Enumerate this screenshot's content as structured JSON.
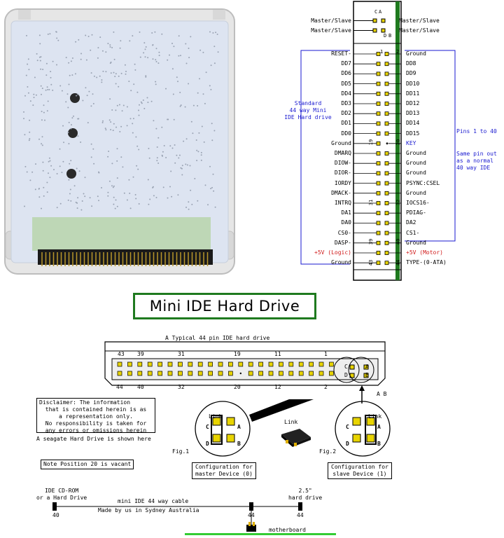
{
  "header_pins": {
    "left": [
      "Master/Slave",
      "Master/Slave"
    ],
    "right": [
      "Master/Slave",
      "Master/Slave"
    ],
    "col_letters": [
      "C",
      "A",
      "D",
      "B"
    ]
  },
  "pinout": {
    "left_labels": [
      "RESET-",
      "DD7",
      "DD6",
      "DD5",
      "DD4",
      "DD3",
      "DD2",
      "DD1",
      "DD0",
      "Ground",
      "DMARQ",
      "DIOW-",
      "DIOR-",
      "IORDY",
      "DMACK-",
      "INTRQ",
      "DA1",
      "DA0",
      "CS0-",
      "DASP-",
      "+5V (Logic)",
      "Ground"
    ],
    "right_labels": [
      "Ground",
      "DD8",
      "DD9",
      "DD10",
      "DD11",
      "DD12",
      "DD13",
      "DD14",
      "DD15",
      "KEY",
      "Ground",
      "Ground",
      "Ground",
      "PSYNC:CSEL",
      "Ground",
      "IOCS16-",
      "PDIAG-",
      "DA2",
      "CS1-",
      "Ground",
      "+5V (Motor)",
      "TYPE-(0-ATA)"
    ],
    "pin_numbers": [
      "1",
      "2",
      "19",
      "20",
      "31",
      "32",
      "39",
      "40",
      "43",
      "44"
    ],
    "left_note": [
      "Standard",
      "44 way Mini",
      "IDE Hard drive"
    ],
    "right_note_title": "Pins 1 to 40",
    "right_note": [
      "Same pin out",
      "as a normal",
      "40 way IDE"
    ]
  },
  "title": "Mini IDE Hard Drive",
  "connector": {
    "caption": "A Typical 44 pin IDE hard drive",
    "top_numbers": [
      "43",
      "39",
      "31",
      "19",
      "11",
      "1"
    ],
    "bottom_numbers": [
      "44",
      "40",
      "32",
      "20",
      "12",
      "2"
    ],
    "jumper_letters": [
      "C",
      "D",
      "A",
      "B"
    ],
    "ab_label": "A B"
  },
  "disclaimer": {
    "lines": [
      "Disclaimer:    The information",
      "that is contained herein is as",
      "a representation only.",
      "No responsibility is taken for",
      "any errors or omissions herein"
    ],
    "seagate": "A seagate Hard Drive is shown here",
    "note": "Note Position 20 is vacant"
  },
  "fig1": {
    "label": "Fig.1",
    "link": "Link",
    "letters": [
      "C",
      "A",
      "D",
      "B"
    ],
    "caption": [
      "Configuration for",
      "master Device (0)"
    ]
  },
  "fig2": {
    "label": "Fig.2",
    "link": "Link",
    "letters": [
      "C",
      "A",
      "D",
      "B"
    ],
    "caption": [
      "Configuration for",
      "slave Device (1)"
    ]
  },
  "link_label": "Link",
  "cable": {
    "left_label": [
      "IDE CD-ROM",
      "or a Hard Drive"
    ],
    "right_label": [
      "2.5\"",
      "hard drive"
    ],
    "center_label": "mini IDE 44 way cable",
    "made_by": "Made by us in Sydney Australia",
    "numbers": [
      "40",
      "44",
      "44"
    ],
    "motherboard": "motherboard"
  },
  "colors": {
    "green": "#1f7a1f",
    "blue": "#1a1ad0",
    "red": "#d01818",
    "pad": "#e8d400",
    "board": "#dfe6f2",
    "bright_green": "#33cc33"
  }
}
